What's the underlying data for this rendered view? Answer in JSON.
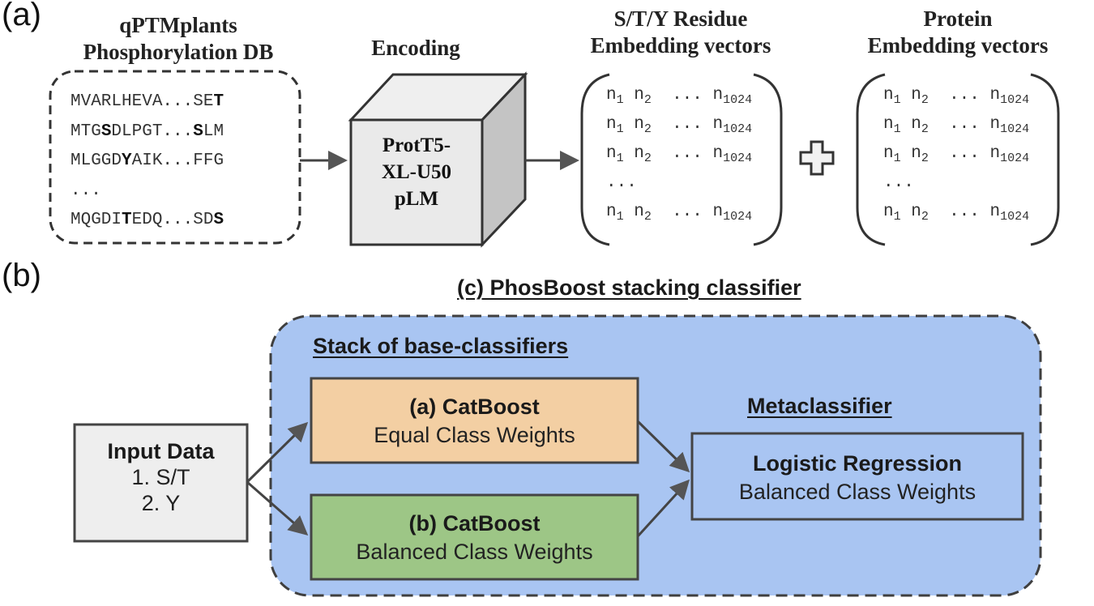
{
  "panel_a": {
    "label": "(a)",
    "database": {
      "title_line1": "qPTMplants",
      "title_line2": "Phosphorylation DB",
      "sequences": [
        {
          "segments": [
            {
              "t": "MVARLHEVA...SE",
              "b": false
            },
            {
              "t": "T",
              "b": true
            }
          ]
        },
        {
          "segments": [
            {
              "t": "MTG",
              "b": false
            },
            {
              "t": "S",
              "b": true
            },
            {
              "t": "DLPGT...",
              "b": false
            },
            {
              "t": "S",
              "b": true
            },
            {
              "t": "LM",
              "b": false
            }
          ]
        },
        {
          "segments": [
            {
              "t": "MLGGD",
              "b": false
            },
            {
              "t": "Y",
              "b": true
            },
            {
              "t": "AIK...FFG",
              "b": false
            }
          ]
        },
        {
          "segments": [
            {
              "t": "...",
              "b": false
            }
          ]
        },
        {
          "segments": [
            {
              "t": "MQGDI",
              "b": false
            },
            {
              "t": "T",
              "b": true
            },
            {
              "t": "EDQ...SD",
              "b": false
            },
            {
              "t": "S",
              "b": true
            }
          ]
        }
      ]
    },
    "encoding": {
      "title": "Encoding",
      "model_line1": "ProtT5-",
      "model_line2": "XL-U50",
      "model_line3": "pLM"
    },
    "residue_embeddings": {
      "title_line1": "S/T/Y Residue",
      "title_line2": "Embedding vectors",
      "rows": [
        "row",
        "row",
        "row",
        "ellipsis",
        "row"
      ]
    },
    "protein_embeddings": {
      "title_line1": "Protein",
      "title_line2": "Embedding vectors",
      "rows": [
        "row",
        "row",
        "row",
        "ellipsis",
        "row"
      ]
    },
    "vector_row": {
      "n1": "n",
      "s1": "1",
      "n2": "n",
      "s2": "2",
      "dots": "...",
      "nlast": "n",
      "slast": "1024"
    },
    "ellipsis_row": "..."
  },
  "panel_b": {
    "label": "(b)",
    "input": {
      "title": "Input Data",
      "line1": "1. S/T",
      "line2": "2. Y"
    },
    "stacking_title": "(c) PhosBoost stacking classifier",
    "stack_title": "Stack of base-classifiers",
    "base_a": {
      "title": "(a) CatBoost",
      "subtitle": "Equal Class Weights"
    },
    "base_b": {
      "title": "(b) CatBoost",
      "subtitle": "Balanced Class Weights"
    },
    "meta_title": "Metaclassifier",
    "meta": {
      "title": "Logistic Regression",
      "subtitle": "Balanced Class Weights"
    }
  },
  "colors": {
    "stack_bg": "#a9c5f2",
    "catboost_a": "#f3cfa3",
    "catboost_b": "#9dc686",
    "input_bg": "#eeeeee",
    "line": "#444444"
  }
}
